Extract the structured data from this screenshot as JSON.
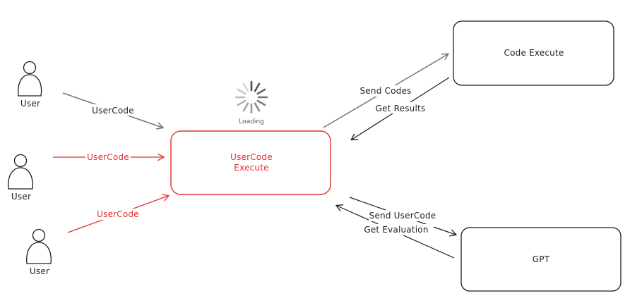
{
  "colors": {
    "ink": "#1e1e1e",
    "accent": "#e03131",
    "arrow_gray": "#757575",
    "spinner": "#4a4a4a"
  },
  "users": [
    {
      "label": "User",
      "code_label": "UserCode"
    },
    {
      "label": "User",
      "code_label": "UserCode"
    },
    {
      "label": "User",
      "code_label": "UserCode"
    }
  ],
  "spinner": {
    "icon": "loading-spinner-icon",
    "label": "Loading"
  },
  "center_box": {
    "line1": "UserCode",
    "line2": "Execute"
  },
  "code_execute_box": {
    "label": "Code Execute"
  },
  "gpt_box": {
    "label": "GPT"
  },
  "edges": {
    "send_codes": "Send Codes",
    "get_results": "Get Results",
    "send_usercode": "Send UserCode",
    "get_evaluation": "Get Evaluation"
  }
}
